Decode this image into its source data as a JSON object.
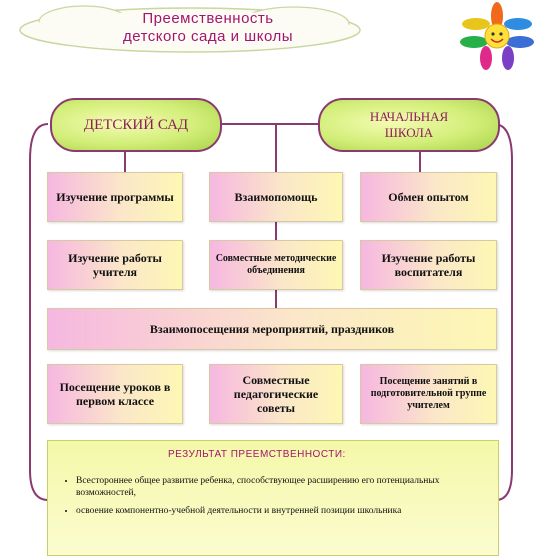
{
  "title": {
    "line1": "Преемственность",
    "line2": "детского сада и школы"
  },
  "nodes": {
    "kindergarten": "ДЕТСКИЙ САД",
    "school_line1": "НАЧАЛЬНАЯ",
    "school_line2": "ШКОЛА"
  },
  "boxes": {
    "program_study": "Изучение программы",
    "mutual_help": "Взаимопомощь",
    "experience_exchange": "Обмен опытом",
    "teacher_work_study": "Изучение работы учителя",
    "joint_methodical": "Совместные методические объединения",
    "educator_work_study": "Изучение работы воспитателя",
    "mutual_visits": "Взаимопосещения мероприятий, праздников",
    "lesson_visits": "Посещение уроков в первом классе",
    "joint_councils": "Совместные педагогические советы",
    "class_visits": "Посещение занятий в подготовительной группе учителем"
  },
  "result": {
    "heading": "РЕЗУЛЬТАТ ПРЕЕМСТВЕННОСТИ:",
    "items": [
      "Всестороннее общее развитие ребенка, способствующее расширению его потенциальных возможностей,",
      "освоение компонентно-учебной деятельности и внутренней позиции школьника"
    ]
  },
  "colors": {
    "accent": "#a3156f",
    "node_border": "#8a3a6e",
    "node_fill": "#d2ee78"
  },
  "icons": [
    "cloud-icon",
    "flower-icon"
  ]
}
